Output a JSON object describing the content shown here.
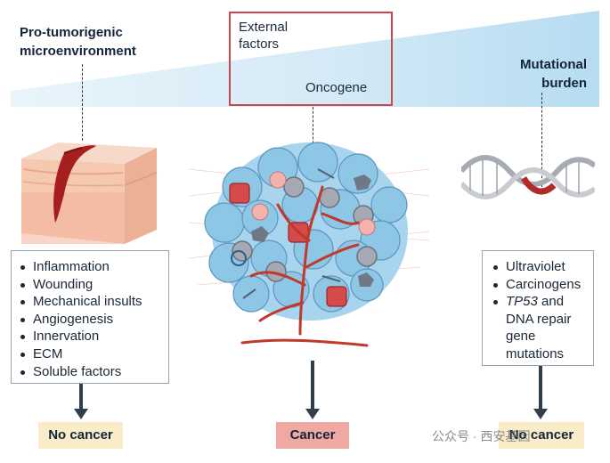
{
  "panel_left": {
    "title": "Pro-tumorigenic\nmicroenvironment",
    "items": [
      "Inflammation",
      "Wounding",
      "Mechanical insults",
      "Angiogenesis",
      "Innervation",
      "ECM",
      "Soluble factors"
    ],
    "outcome": "No cancer"
  },
  "panel_center": {
    "box_label": "External\nfactors",
    "oncogene_label": "Oncogene",
    "outcome": "Cancer"
  },
  "panel_right": {
    "title": "Mutational\nburden",
    "items": [
      "Ultraviolet",
      "Carcinogens"
    ],
    "item_tp53_italic": "TP53",
    "item_tp53_rest": " and",
    "item_cont": [
      "DNA repair",
      "gene",
      "mutations"
    ],
    "outcome": "No cancer"
  },
  "watermark": "公众号 · 西安基因",
  "colors": {
    "band_dark": "#b9dcf0",
    "band_light": "#eaf5fb",
    "frame_red": "#c9474d",
    "cancer_red": "#f0a8a3",
    "no_cancer_yellow": "#f8edc8",
    "cell_blue": "#8ec6e6",
    "vessel_red": "#c0392b"
  }
}
